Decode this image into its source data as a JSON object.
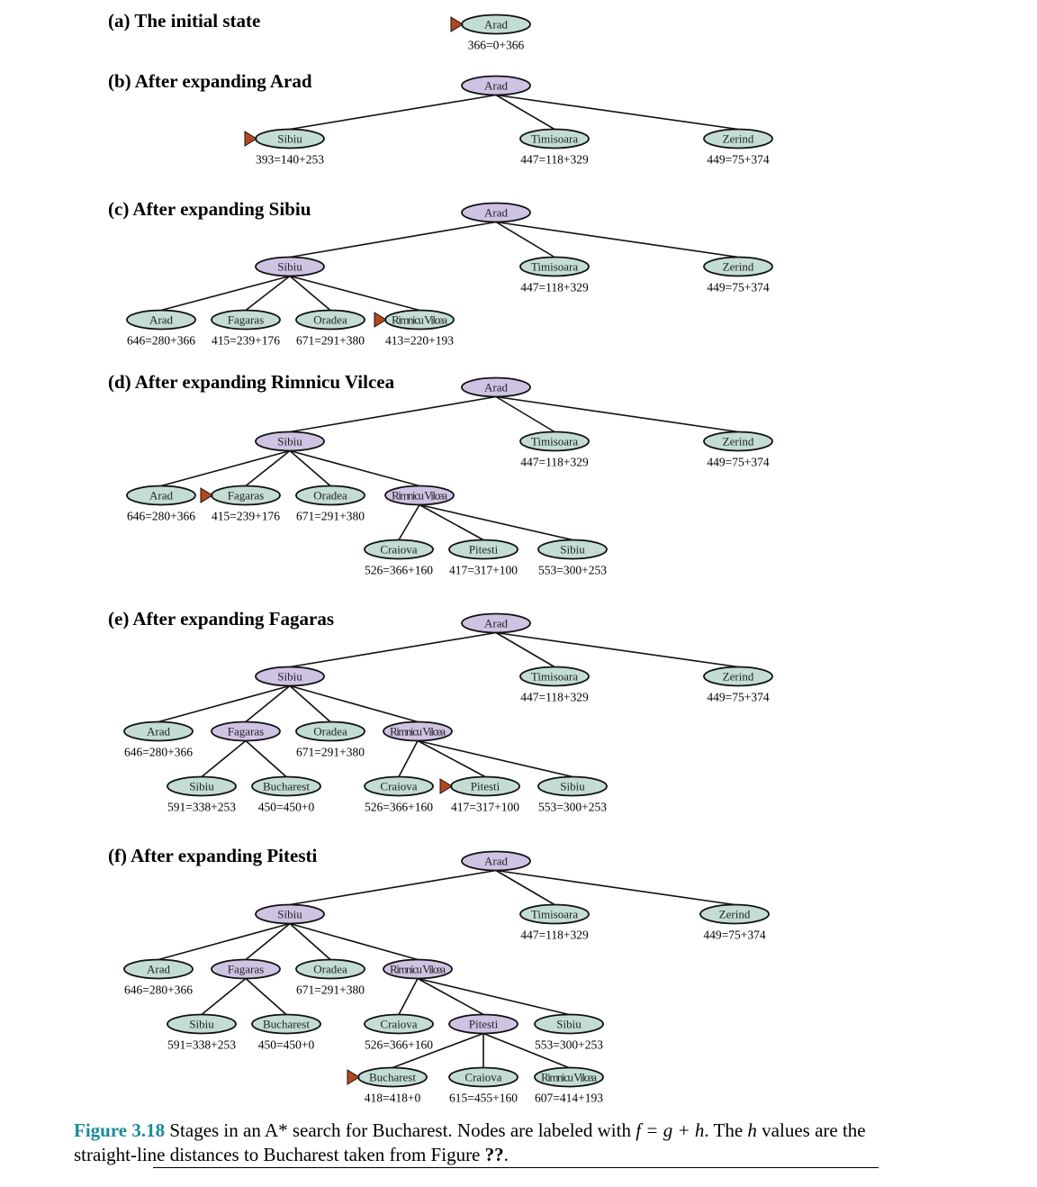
{
  "colors": {
    "expanded": "#cfc3e3",
    "frontier": "#c3ddd2",
    "marker": "#b5471d",
    "caption_accent": "#1a8a9a"
  },
  "panels": [
    {
      "title": "(a) The initial state",
      "nodes": [
        {
          "id": "a0",
          "name": "Arad",
          "fgh": "366=0+366",
          "expanded": false,
          "marker": true
        }
      ],
      "edges": []
    },
    {
      "title": "(b) After expanding Arad",
      "nodes": [
        {
          "id": "b0",
          "name": "Arad",
          "fgh": "",
          "expanded": true,
          "marker": false
        },
        {
          "id": "b1",
          "name": "Sibiu",
          "fgh": "393=140+253",
          "expanded": false,
          "marker": true
        },
        {
          "id": "b2",
          "name": "Timisoara",
          "fgh": "447=118+329",
          "expanded": false,
          "marker": false
        },
        {
          "id": "b3",
          "name": "Zerind",
          "fgh": "449=75+374",
          "expanded": false,
          "marker": false
        }
      ],
      "edges": [
        [
          "b0",
          "b1"
        ],
        [
          "b0",
          "b2"
        ],
        [
          "b0",
          "b3"
        ]
      ]
    },
    {
      "title": "(c) After expanding Sibiu",
      "nodes": [
        {
          "id": "c0",
          "name": "Arad",
          "fgh": "",
          "expanded": true,
          "marker": false
        },
        {
          "id": "c1",
          "name": "Sibiu",
          "fgh": "",
          "expanded": true,
          "marker": false
        },
        {
          "id": "c2",
          "name": "Timisoara",
          "fgh": "447=118+329",
          "expanded": false,
          "marker": false
        },
        {
          "id": "c3",
          "name": "Zerind",
          "fgh": "449=75+374",
          "expanded": false,
          "marker": false
        },
        {
          "id": "c4",
          "name": "Arad",
          "fgh": "646=280+366",
          "expanded": false,
          "marker": false
        },
        {
          "id": "c5",
          "name": "Fagaras",
          "fgh": "415=239+176",
          "expanded": false,
          "marker": false
        },
        {
          "id": "c6",
          "name": "Oradea",
          "fgh": "671=291+380",
          "expanded": false,
          "marker": false
        },
        {
          "id": "c7",
          "name": "Rimnicu Vilcea",
          "fgh": "413=220+193",
          "expanded": false,
          "marker": true
        }
      ],
      "edges": [
        [
          "c0",
          "c1"
        ],
        [
          "c0",
          "c2"
        ],
        [
          "c0",
          "c3"
        ],
        [
          "c1",
          "c4"
        ],
        [
          "c1",
          "c5"
        ],
        [
          "c1",
          "c6"
        ],
        [
          "c1",
          "c7"
        ]
      ]
    },
    {
      "title": "(d) After expanding Rimnicu Vilcea",
      "nodes": [
        {
          "id": "d0",
          "name": "Arad",
          "fgh": "",
          "expanded": true,
          "marker": false
        },
        {
          "id": "d1",
          "name": "Sibiu",
          "fgh": "",
          "expanded": true,
          "marker": false
        },
        {
          "id": "d2",
          "name": "Timisoara",
          "fgh": "447=118+329",
          "expanded": false,
          "marker": false
        },
        {
          "id": "d3",
          "name": "Zerind",
          "fgh": "449=75+374",
          "expanded": false,
          "marker": false
        },
        {
          "id": "d4",
          "name": "Arad",
          "fgh": "646=280+366",
          "expanded": false,
          "marker": false
        },
        {
          "id": "d5",
          "name": "Fagaras",
          "fgh": "415=239+176",
          "expanded": false,
          "marker": true
        },
        {
          "id": "d6",
          "name": "Oradea",
          "fgh": "671=291+380",
          "expanded": false,
          "marker": false
        },
        {
          "id": "d7",
          "name": "Rimnicu Vilcea",
          "fgh": "",
          "expanded": true,
          "marker": false
        },
        {
          "id": "d8",
          "name": "Craiova",
          "fgh": "526=366+160",
          "expanded": false,
          "marker": false
        },
        {
          "id": "d9",
          "name": "Pitesti",
          "fgh": "417=317+100",
          "expanded": false,
          "marker": false
        },
        {
          "id": "d10",
          "name": "Sibiu",
          "fgh": "553=300+253",
          "expanded": false,
          "marker": false
        }
      ],
      "edges": [
        [
          "d0",
          "d1"
        ],
        [
          "d0",
          "d2"
        ],
        [
          "d0",
          "d3"
        ],
        [
          "d1",
          "d4"
        ],
        [
          "d1",
          "d5"
        ],
        [
          "d1",
          "d6"
        ],
        [
          "d1",
          "d7"
        ],
        [
          "d7",
          "d8"
        ],
        [
          "d7",
          "d9"
        ],
        [
          "d7",
          "d10"
        ]
      ]
    },
    {
      "title": "(e) After expanding Fagaras",
      "nodes": [
        {
          "id": "e0",
          "name": "Arad",
          "fgh": "",
          "expanded": true,
          "marker": false
        },
        {
          "id": "e1",
          "name": "Sibiu",
          "fgh": "",
          "expanded": true,
          "marker": false
        },
        {
          "id": "e2",
          "name": "Timisoara",
          "fgh": "447=118+329",
          "expanded": false,
          "marker": false
        },
        {
          "id": "e3",
          "name": "Zerind",
          "fgh": "449=75+374",
          "expanded": false,
          "marker": false
        },
        {
          "id": "e4",
          "name": "Arad",
          "fgh": "646=280+366",
          "expanded": false,
          "marker": false
        },
        {
          "id": "e5",
          "name": "Fagaras",
          "fgh": "",
          "expanded": true,
          "marker": false
        },
        {
          "id": "e6",
          "name": "Oradea",
          "fgh": "671=291+380",
          "expanded": false,
          "marker": false
        },
        {
          "id": "e7",
          "name": "Rimnicu Vilcea",
          "fgh": "",
          "expanded": true,
          "marker": false
        },
        {
          "id": "e8",
          "name": "Sibiu",
          "fgh": "591=338+253",
          "expanded": false,
          "marker": false
        },
        {
          "id": "e9",
          "name": "Bucharest",
          "fgh": "450=450+0",
          "expanded": false,
          "marker": false
        },
        {
          "id": "e10",
          "name": "Craiova",
          "fgh": "526=366+160",
          "expanded": false,
          "marker": false
        },
        {
          "id": "e11",
          "name": "Pitesti",
          "fgh": "417=317+100",
          "expanded": false,
          "marker": true
        },
        {
          "id": "e12",
          "name": "Sibiu",
          "fgh": "553=300+253",
          "expanded": false,
          "marker": false
        }
      ],
      "edges": [
        [
          "e0",
          "e1"
        ],
        [
          "e0",
          "e2"
        ],
        [
          "e0",
          "e3"
        ],
        [
          "e1",
          "e4"
        ],
        [
          "e1",
          "e5"
        ],
        [
          "e1",
          "e6"
        ],
        [
          "e1",
          "e7"
        ],
        [
          "e5",
          "e8"
        ],
        [
          "e5",
          "e9"
        ],
        [
          "e7",
          "e10"
        ],
        [
          "e7",
          "e11"
        ],
        [
          "e7",
          "e12"
        ]
      ]
    },
    {
      "title": "(f) After expanding Pitesti",
      "nodes": [
        {
          "id": "f0",
          "name": "Arad",
          "fgh": "",
          "expanded": true,
          "marker": false
        },
        {
          "id": "f1",
          "name": "Sibiu",
          "fgh": "",
          "expanded": true,
          "marker": false
        },
        {
          "id": "f2",
          "name": "Timisoara",
          "fgh": "447=118+329",
          "expanded": false,
          "marker": false
        },
        {
          "id": "f3",
          "name": "Zerind",
          "fgh": "449=75+374",
          "expanded": false,
          "marker": false
        },
        {
          "id": "f4",
          "name": "Arad",
          "fgh": "646=280+366",
          "expanded": false,
          "marker": false
        },
        {
          "id": "f5",
          "name": "Fagaras",
          "fgh": "",
          "expanded": true,
          "marker": false
        },
        {
          "id": "f6",
          "name": "Oradea",
          "fgh": "671=291+380",
          "expanded": false,
          "marker": false
        },
        {
          "id": "f7",
          "name": "Rimnicu Vilcea",
          "fgh": "",
          "expanded": true,
          "marker": false
        },
        {
          "id": "f8",
          "name": "Sibiu",
          "fgh": "591=338+253",
          "expanded": false,
          "marker": false
        },
        {
          "id": "f9",
          "name": "Bucharest",
          "fgh": "450=450+0",
          "expanded": false,
          "marker": false
        },
        {
          "id": "f10",
          "name": "Craiova",
          "fgh": "526=366+160",
          "expanded": false,
          "marker": false
        },
        {
          "id": "f11",
          "name": "Pitesti",
          "fgh": "",
          "expanded": true,
          "marker": false
        },
        {
          "id": "f12",
          "name": "Sibiu",
          "fgh": "553=300+253",
          "expanded": false,
          "marker": false
        },
        {
          "id": "f13",
          "name": "Bucharest",
          "fgh": "418=418+0",
          "expanded": false,
          "marker": true
        },
        {
          "id": "f14",
          "name": "Craiova",
          "fgh": "615=455+160",
          "expanded": false,
          "marker": false
        },
        {
          "id": "f15",
          "name": "Rimnicu Vilcea",
          "fgh": "607=414+193",
          "expanded": false,
          "marker": false
        }
      ],
      "edges": [
        [
          "f0",
          "f1"
        ],
        [
          "f0",
          "f2"
        ],
        [
          "f0",
          "f3"
        ],
        [
          "f1",
          "f4"
        ],
        [
          "f1",
          "f5"
        ],
        [
          "f1",
          "f6"
        ],
        [
          "f1",
          "f7"
        ],
        [
          "f5",
          "f8"
        ],
        [
          "f5",
          "f9"
        ],
        [
          "f7",
          "f10"
        ],
        [
          "f7",
          "f11"
        ],
        [
          "f7",
          "f12"
        ],
        [
          "f11",
          "f13"
        ],
        [
          "f11",
          "f14"
        ],
        [
          "f11",
          "f15"
        ]
      ]
    }
  ],
  "caption": {
    "figure_label": "Figure 3.18",
    "text_before_formula": " Stages in an A* search for Bucharest. Nodes are labeled with ",
    "formula": "f = g + h",
    "text_middle": ". The ",
    "h_var": "h",
    "text_after": " values are the straight-line distances to Bucharest taken from Figure ",
    "figure_ref": "??",
    "text_end": "."
  }
}
